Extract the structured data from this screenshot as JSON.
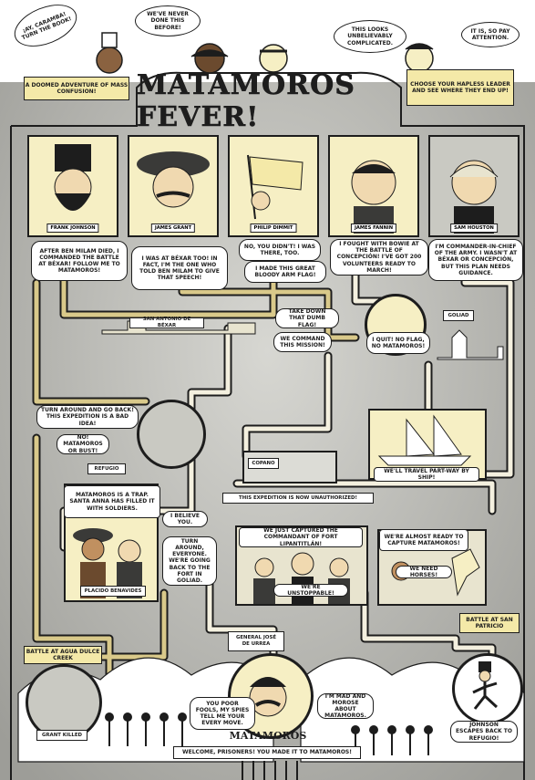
{
  "header": {
    "title": "MATAMOROS FEVER!",
    "left_banner": "A DOOMED ADVENTURE OF MASS CONFUSION!",
    "right_banner": "CHOOSE YOUR HAPLESS LEADER AND SEE WHERE THEY END UP!",
    "bubbles": {
      "carumba": "¡AY, CARAMBA! TURN THE BOOK!",
      "never": "WE'VE NEVER DONE THIS BEFORE!",
      "complicated": "THIS LOOKS UNBELIEVABLY COMPLICATED.",
      "attention": "IT IS, SO PAY ATTENTION."
    }
  },
  "leaders": [
    {
      "name": "FRANK JOHNSON",
      "quote": "AFTER BEN MILAM DIED, I COMMANDED THE BATTLE AT BÉXAR! FOLLOW ME TO MATAMOROS!"
    },
    {
      "name": "JAMES GRANT",
      "quote": "I WAS AT BÉXAR TOO! IN FACT, I'M THE ONE WHO TOLD BEN MILAM TO GIVE THAT SPEECH!"
    },
    {
      "name": "PHILIP DIMMIT",
      "quote": "NO, YOU DIDN'T! I WAS THERE, TOO.",
      "quote2": "I MADE THIS GREAT BLOODY ARM FLAG!"
    },
    {
      "name": "JAMES FANNIN",
      "quote": "I FOUGHT WITH BOWIE AT THE BATTLE OF CONCEPCIÓN! I'VE GOT 200 VOLUNTEERS READY TO MARCH!"
    },
    {
      "name": "SAM HOUSTON",
      "quote": "I'M COMMANDER-IN-CHIEF OF THE ARMY. I WASN'T AT BÉXAR OR CONCEPCIÓN, BUT THIS PLAN NEEDS GUIDANCE."
    }
  ],
  "places": {
    "bexar": "SAN ANTONIO DE BÉXAR",
    "goliad": "GOLIAD",
    "refugio": "REFUGIO",
    "copano": "COPANO",
    "san_patricio": "BATTLE AT SAN PATRICIO",
    "agua_dulce": "BATTLE AT AGUA DULCE CREEK",
    "matamoros": "MATAMOROS"
  },
  "middle": {
    "take_down": "TAKE DOWN THAT DUMB FLAG!",
    "we_command": "WE COMMAND THIS MISSION!",
    "i_quit": "I QUIT! NO FLAG, NO MATAMOROS!",
    "turn_around": "TURN AROUND AND GO BACK! THIS EXPEDITION IS A BAD IDEA!",
    "no_matamoros": "NO! MATAMOROS OR BUST!",
    "ship": "WE'LL TRAVEL PART-WAY BY SHIP!",
    "unauthorized": "THIS EXPEDITION IS NOW UNAUTHORIZED!"
  },
  "lower": {
    "trap": "MATAMOROS IS A TRAP. SANTA ANNA HAS FILLED IT WITH SOLDIERS.",
    "believe": "I BELIEVE YOU.",
    "turn_everyone": "TURN AROUND, EVERYONE. WE'RE GOING BACK TO THE FORT IN GOLIAD.",
    "placido": "PLACIDO BENAVIDES",
    "captured": "WE JUST CAPTURED THE COMMANDANT OF FORT LIPANTITLÁN!",
    "unstoppable": "WE'RE UNSTOPPABLE!",
    "almost": "WE'RE ALMOST READY TO CAPTURE MATAMOROS!",
    "horses": "WE NEED HORSES!"
  },
  "bottom": {
    "general": "GENERAL JOSÉ DE URREA",
    "grant_killed": "GRANT KILLED",
    "spies": "YOU POOR FOOLS, MY SPIES TELL ME YOUR EVERY MOVE.",
    "morose": "I'M MAD AND MOROSE ABOUT MATAMOROS.",
    "johnson": "JOHNSON ESCAPES BACK TO REFUGIO!",
    "welcome": "WELCOME, PRISONERS! YOU MADE IT TO MATAMOROS!"
  },
  "colors": {
    "yellow": "#f4e9a8",
    "ink": "#1d1d1d",
    "gray": "#b9b9b4",
    "dark": "#4a4a48",
    "path_light": "#d9c98a"
  }
}
